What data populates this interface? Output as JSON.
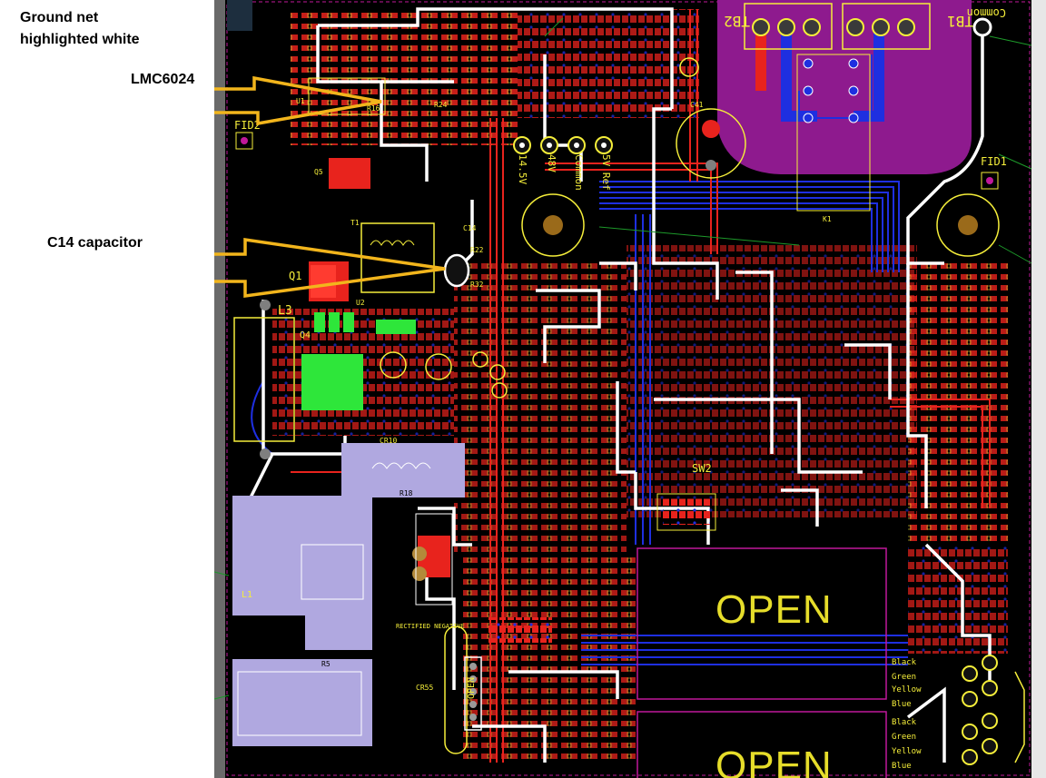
{
  "annotations": {
    "ground_net": {
      "line1": "Ground net",
      "line2": "highlighted white"
    },
    "lmc6024": "LMC6024",
    "c14": "C14 capacitor"
  },
  "board_labels": {
    "tb2": "TB2",
    "tb1": "TB1",
    "common": "Common",
    "k1": "K1",
    "fid1": "FID1",
    "fid2": "FID2",
    "l3": "L3",
    "l1": "L1",
    "q1": "Q1",
    "q4": "Q4",
    "q5": "Q5",
    "t1": "T1",
    "u1": "U1",
    "u2": "U2",
    "c14": "C14",
    "c41": "C41",
    "r16": "R16",
    "r24": "R24",
    "r22": "R22",
    "r32": "R32",
    "r5": "R5",
    "r18": "R18",
    "cr10": "CR10",
    "cr55": "CR55",
    "sw2": "SW2",
    "v14p5": "14.5V",
    "v48": "48V",
    "common_tp": "Common",
    "v5ref": "5V Ref",
    "rectified_negative": "RECTIFIED NEGATIVE",
    "open_vertical": "OPEN",
    "open_upper": "OPEN",
    "open_lower": "OPEN",
    "wire_colors": [
      "Black",
      "Green",
      "Yellow",
      "Blue",
      "Black",
      "Green",
      "Yellow",
      "Blue"
    ]
  },
  "colors": {
    "board": "#000000",
    "ground_net": "#ffffff",
    "top_copper": "#e8231d",
    "bottom_copper": "#1e2fe0",
    "silkscreen": "#f5ee3a",
    "callout_arrow": "#f2b51c",
    "keepout": "#b0a8e0",
    "mech_layer": "#c0189a"
  }
}
